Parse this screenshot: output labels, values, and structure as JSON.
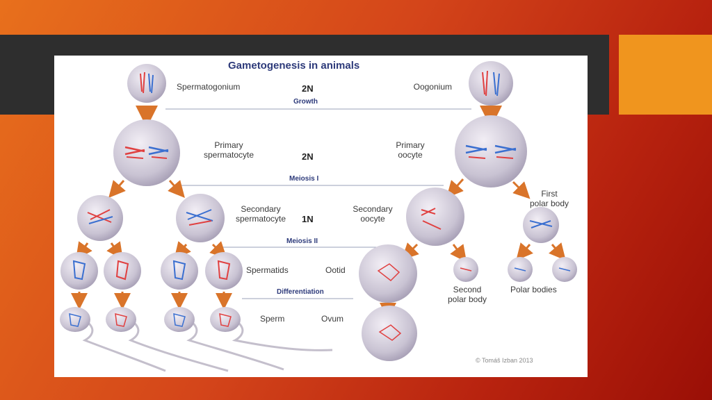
{
  "slide": {
    "colors": {
      "dark_band": "#2e2e2e",
      "accent": "#f0951e",
      "gradient_start": "#e8701c",
      "gradient_end": "#9a0f06"
    }
  },
  "diagram": {
    "title": "Gametogenesis in animals",
    "ploidy": {
      "two_n_top": "2N",
      "two_n_mid": "2N",
      "one_n": "1N"
    },
    "stages": {
      "growth": "Growth",
      "meiosis1": "Meiosis I",
      "meiosis2": "Meiosis II",
      "differentiation": "Differentiation"
    },
    "labels": {
      "spermatogonium": "Spermatogonium",
      "oogonium": "Oogonium",
      "primary_spermatocyte": "Primary\nspermatocyte",
      "primary_oocyte": "Primary\noocyte",
      "secondary_spermatocyte": "Secondary\nspermatocyte",
      "secondary_oocyte": "Secondary\noocyte",
      "first_polar_body": "First\npolar body",
      "spermatids": "Spermatids",
      "ootid": "Ootid",
      "second_polar_body": "Second\npolar body",
      "polar_bodies": "Polar bodies",
      "sperm": "Sperm",
      "ovum": "Ovum"
    },
    "credit": "© Tomáš Izban 2013",
    "colors": {
      "chromosome_red": "#e04040",
      "chromosome_blue": "#3a6fd0",
      "arrow": "#d9742a",
      "stage_text": "#2d3a7a"
    }
  }
}
